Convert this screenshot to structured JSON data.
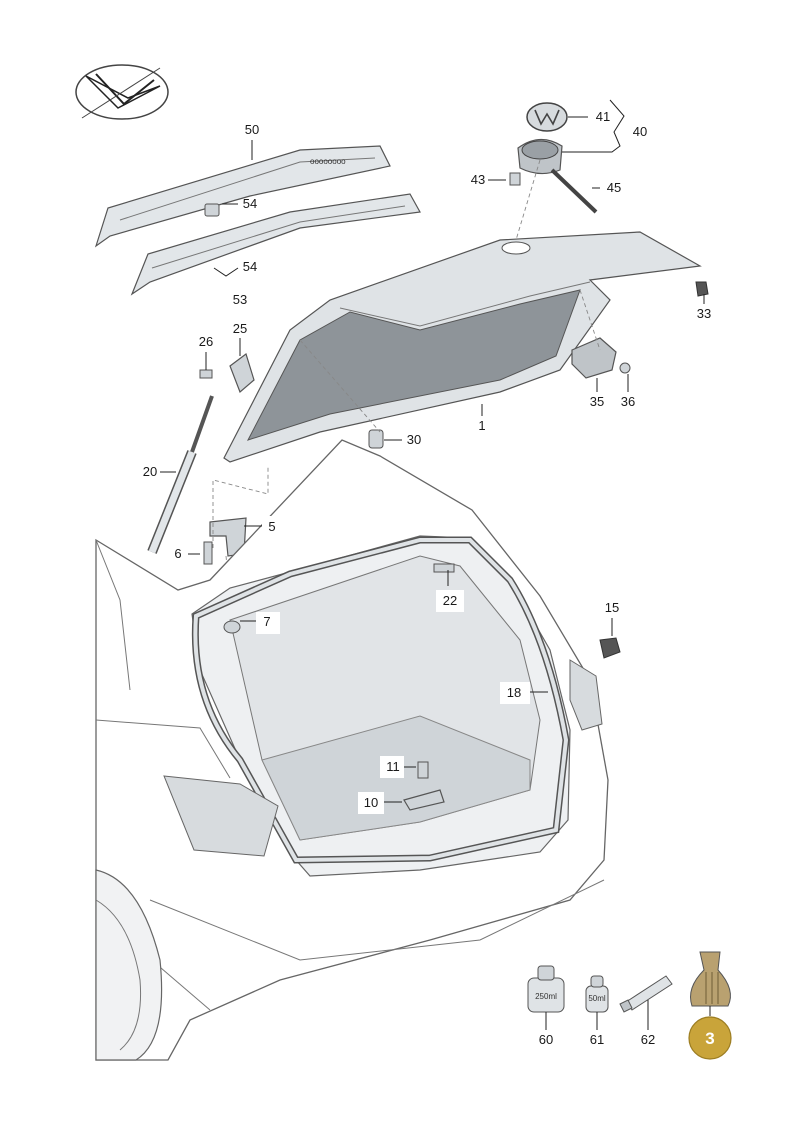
{
  "diagram": {
    "logo": "vw-logo-mark",
    "callouts": {
      "c50": "50",
      "c54a": "54",
      "c54b": "54",
      "c53": "53",
      "c41": "41",
      "c40": "40",
      "c43": "43",
      "c45": "45",
      "c33": "33",
      "c26": "26",
      "c25": "25",
      "c35": "35",
      "c36": "36",
      "c1": "1",
      "c30": "30",
      "c20": "20",
      "c5": "5",
      "c6": "6",
      "c22": "22",
      "c7": "7",
      "c15": "15",
      "c18": "18",
      "c11": "11",
      "c10": "10",
      "c60": "60",
      "c61": "61",
      "c62": "62"
    },
    "kit_labels": {
      "k250": "250ml",
      "k50": "50ml"
    },
    "badge": "3",
    "colors": {
      "badge": "#c9a43a",
      "part_fill": "#dfe3e6",
      "outline": "#555555"
    }
  }
}
